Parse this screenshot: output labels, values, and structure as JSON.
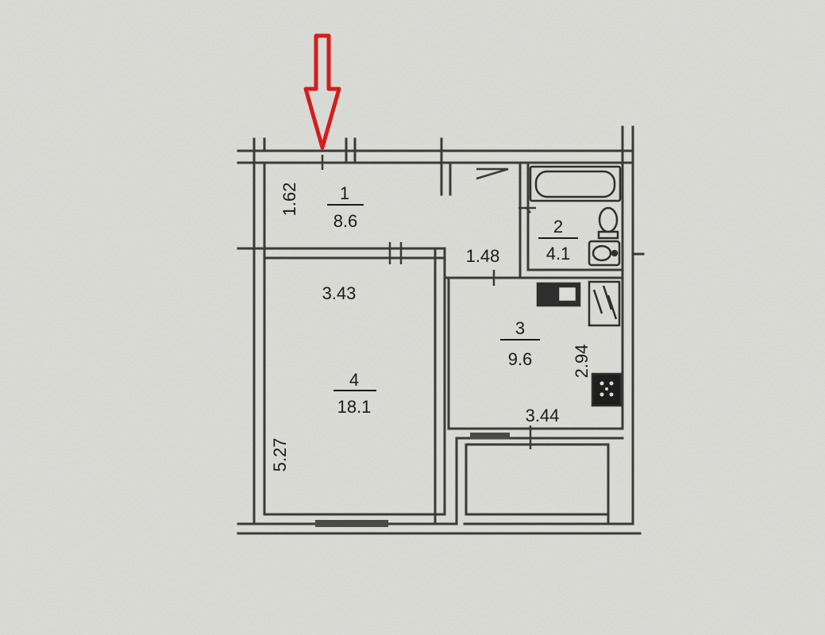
{
  "colors": {
    "paper": "#dcdcd7",
    "wall": "#3a3a3a",
    "text": "#1a1a1a",
    "arrow": "#d21e1e",
    "fixture": "#2e2e2e"
  },
  "entrance_arrow": {
    "icon": "down-arrow-outline-icon",
    "color": "#d21e1e"
  },
  "rooms": [
    {
      "id": "hall",
      "number": "1",
      "area": "8.6",
      "dim_label": "1.62"
    },
    {
      "id": "bathroom",
      "number": "2",
      "area": "4.1"
    },
    {
      "id": "kitchen",
      "number": "3",
      "area": "9.6",
      "dim_label": "2.94"
    },
    {
      "id": "living",
      "number": "4",
      "area": "18.1",
      "dim_width": "3.43",
      "dim_height": "5.27"
    }
  ],
  "dimensions": {
    "corridor_width": "1.48",
    "kitchen_width": "3.44"
  },
  "fixtures": [
    {
      "name": "bathtub-icon"
    },
    {
      "name": "toilet-icon"
    },
    {
      "name": "sink-icon"
    },
    {
      "name": "stove-icon"
    },
    {
      "name": "kitchen-counter-icon"
    },
    {
      "name": "fridge-icon"
    }
  ]
}
